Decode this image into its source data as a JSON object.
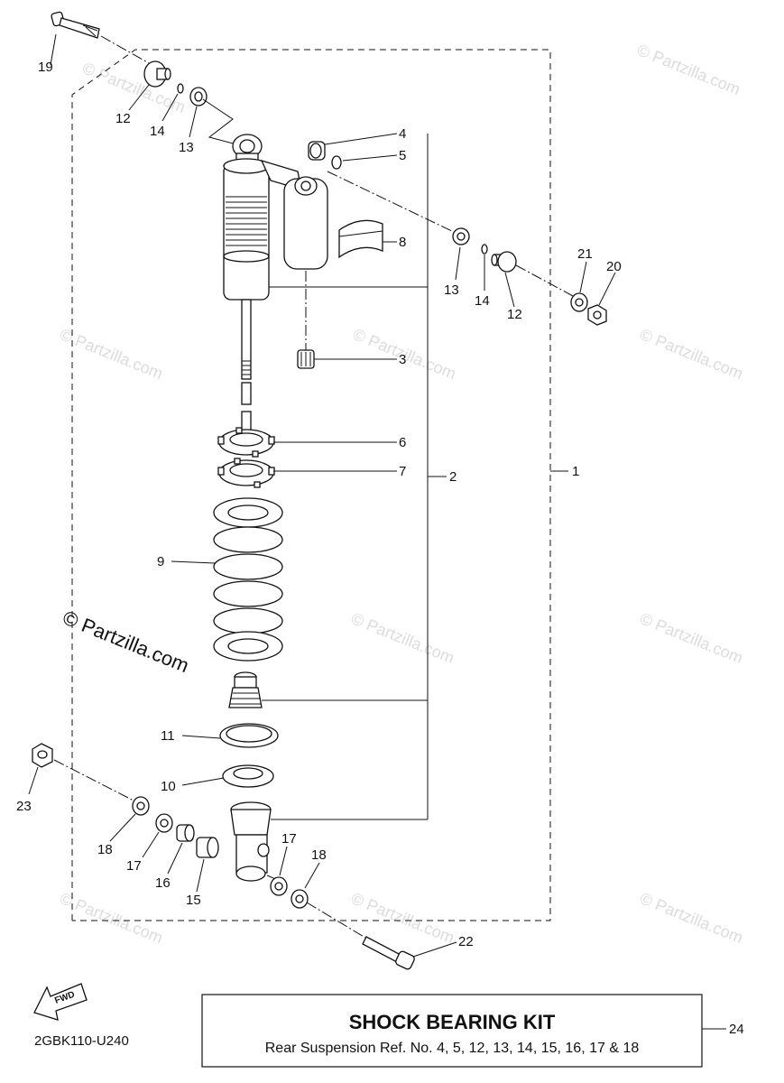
{
  "watermark": {
    "text": "© Partzilla.com"
  },
  "diagram_code": "2GBK110-U240",
  "fwd_label": "FWD",
  "kit": {
    "title": "SHOCK BEARING KIT",
    "subtitle": "Rear Suspension Ref. No. 4, 5, 12, 13, 14, 15, 16, 17 & 18",
    "ref": "24"
  },
  "callouts": {
    "c1": "1",
    "c2": "2",
    "c3": "3",
    "c4": "4",
    "c5": "5",
    "c6": "6",
    "c7": "7",
    "c8": "8",
    "c9": "9",
    "c10": "10",
    "c11": "11",
    "c12a": "12",
    "c12b": "12",
    "c13a": "13",
    "c13b": "13",
    "c14a": "14",
    "c14b": "14",
    "c15": "15",
    "c16": "16",
    "c17a": "17",
    "c17b": "17",
    "c18a": "18",
    "c18b": "18",
    "c19": "19",
    "c20": "20",
    "c21": "21",
    "c22": "22",
    "c23": "23"
  }
}
